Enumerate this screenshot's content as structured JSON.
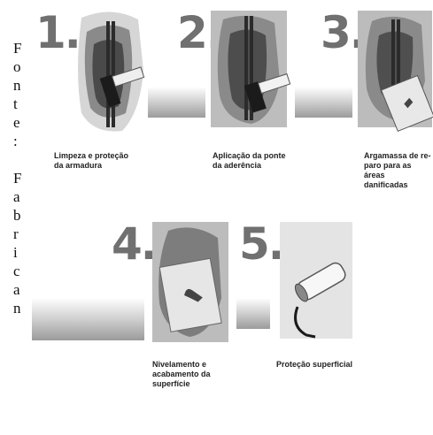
{
  "side_text": {
    "fonte_letters": [
      "F",
      "o",
      "n",
      "t",
      "e",
      ":"
    ],
    "fabricante_letters": [
      "F",
      "a",
      "b",
      "r",
      "i",
      "c",
      "a",
      "n"
    ]
  },
  "steps": [
    {
      "number": "1.",
      "caption_lines": [
        "Limpeza e proteção",
        "da armadura"
      ]
    },
    {
      "number": "2.",
      "caption_lines": [
        "Aplicação da ponte",
        "da aderência"
      ]
    },
    {
      "number": "3.",
      "caption_lines": [
        "Argamassa de re-",
        "paro para as áreas",
        "danificadas"
      ]
    },
    {
      "number": "4.",
      "caption_lines": [
        "Nivelamento e",
        "acabamento da",
        "superfície"
      ]
    },
    {
      "number": "5.",
      "caption_lines": [
        "Proteção superficial"
      ]
    }
  ],
  "icons": [
    "wire-brush-icon",
    "paint-brush-icon",
    "trowel-icon",
    "float-trowel-icon",
    "paint-roller-icon"
  ],
  "colors": {
    "number_gray": "#707070",
    "text": "#222222"
  }
}
